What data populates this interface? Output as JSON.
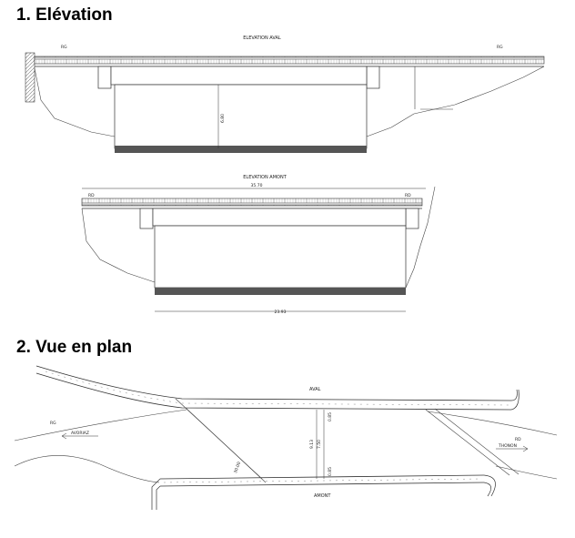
{
  "sections": {
    "elevation_title": "1.  Elévation",
    "plan_title": "2.  Vue en plan"
  },
  "elevation_aval": {
    "title": "ELEVATION AVAL",
    "left_bank": "RG",
    "right_bank": "RG",
    "height_dim": "6.80"
  },
  "elevation_amont": {
    "title": "ELEVATION AMONT",
    "left_bank": "RD",
    "right_bank": "RD",
    "span_dim": "35.70",
    "base_dim": "23.93"
  },
  "plan": {
    "aval_label": "AVAL",
    "amont_label": "AMONT",
    "bank_label": "RG",
    "right_bank_label": "RD",
    "left_direction": "AVORIAZ",
    "right_direction": "THONON",
    "dim_top": "0.85",
    "dim_mid_a": "9.13",
    "dim_mid_b": "7.50",
    "dim_bottom": "0.85",
    "dim_small": "30.00"
  },
  "colors": {
    "line": "#333333",
    "fill_dark": "#555555",
    "fill_light": "#bbbbbb"
  }
}
